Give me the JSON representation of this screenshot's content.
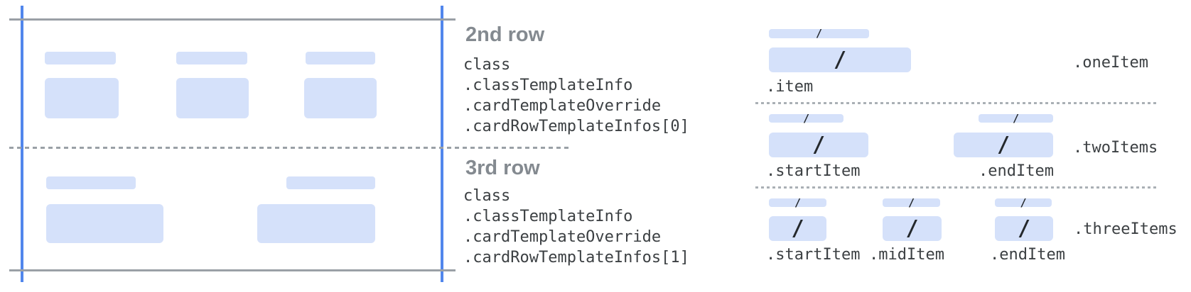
{
  "glyphs": {
    "slash": "/"
  },
  "annotations": {
    "row2": {
      "heading": "2nd row",
      "code_lines": [
        "class",
        ".classTemplateInfo",
        ".cardTemplateOverride",
        ".cardRowTemplateInfos[0]"
      ]
    },
    "row3": {
      "heading": "3rd row",
      "code_lines": [
        "class",
        ".classTemplateInfo",
        ".cardTemplateOverride",
        ".cardRowTemplateInfos[1]"
      ]
    }
  },
  "layouts": {
    "one_item": {
      "name": ".oneItem",
      "items": [
        ".item"
      ]
    },
    "two_items": {
      "name": ".twoItems",
      "items": [
        ".startItem",
        ".endItem"
      ]
    },
    "three_items": {
      "name": ".threeItems",
      "items": [
        ".startItem",
        ".midItem",
        ".endItem"
      ]
    }
  },
  "colors": {
    "bar_fill": "#d5e1fa",
    "guide_line_blue": "#5186ec",
    "frame_line_gray": "#9aa0a6",
    "divider_dash_gray": "#9aa0a6",
    "divider_dot_gray": "#aab0b5",
    "heading_gray": "#848a90",
    "code_text": "#3c4043",
    "slash_glyph": "#24282c"
  }
}
